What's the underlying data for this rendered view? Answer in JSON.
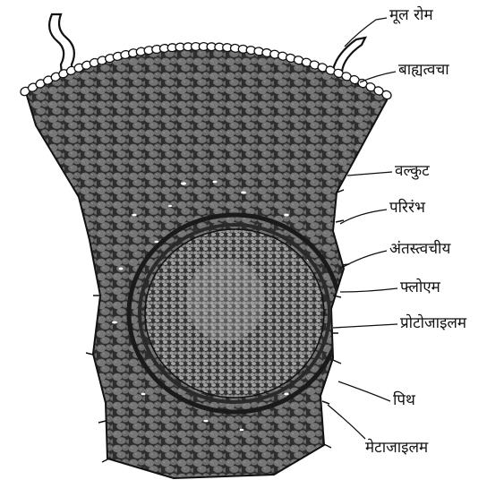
{
  "labels": {
    "root_hair": "मूल रोम",
    "epidermis": "बाह्यत्वचा",
    "cortex": "वल्कुट",
    "pericycle": "परिरंभ",
    "endodermis": "अंतस्त्वचीय",
    "phloem": "फ्लोएम",
    "protoxylem": "प्रोटोजाइलम",
    "pith": "पिथ",
    "metaxylem": "मेटाजाइलम"
  }
}
